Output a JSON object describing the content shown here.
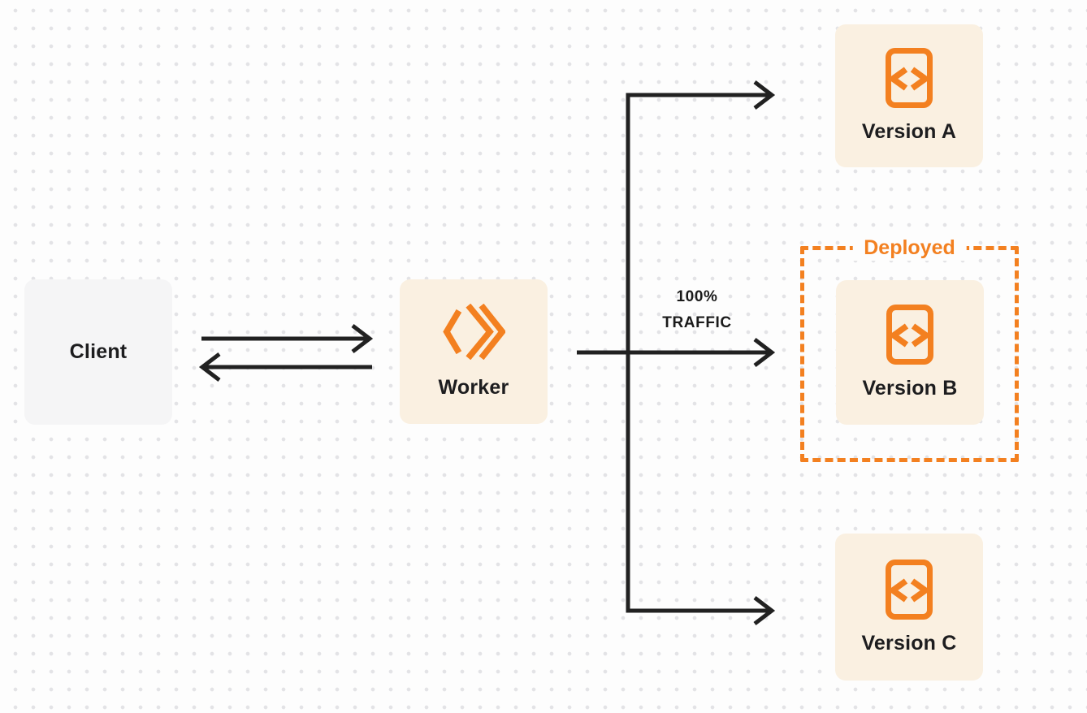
{
  "diagram": {
    "description": "Worker traffic routing diagram with deployed version"
  },
  "nodes": {
    "client": {
      "label": "Client"
    },
    "worker": {
      "label": "Worker"
    },
    "version_a": {
      "label": "Version A"
    },
    "version_b": {
      "label": "Version B"
    },
    "version_c": {
      "label": "Version C"
    }
  },
  "deployed": {
    "label": "Deployed"
  },
  "traffic": {
    "line1": "100%",
    "line2": "TRAFFIC"
  },
  "icons": {
    "worker_icon": "cloudflare-workers-logo",
    "version_icon": "code-file-icon"
  },
  "colors": {
    "accent_orange": "#F38020",
    "node_cream": "#FAF0E1",
    "node_gray": "#F5F5F6",
    "arrow_black": "#212121",
    "text_dark": "#1D1D1F",
    "page_background": "#FDFDFD",
    "dot_grid": "#E3E3E6"
  }
}
